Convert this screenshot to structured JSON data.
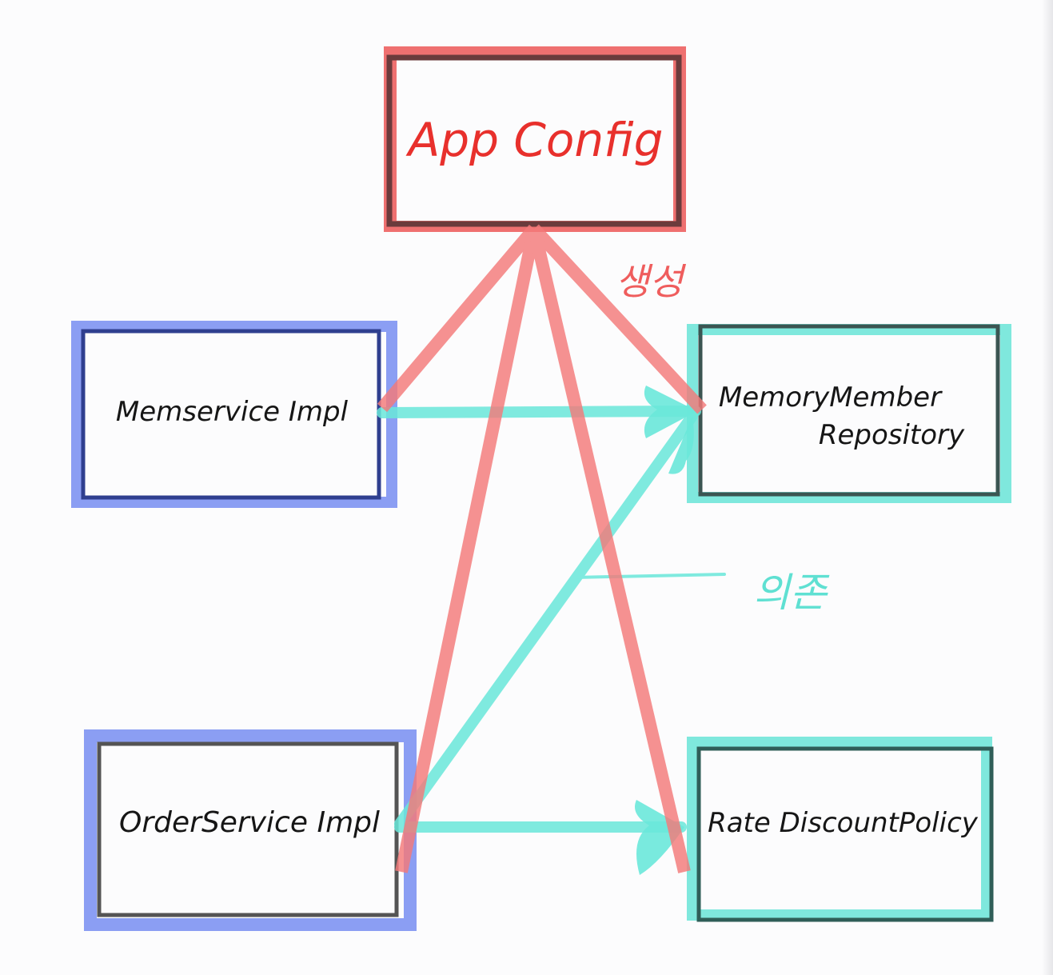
{
  "diagram": {
    "nodes": {
      "app_config": {
        "label": "App Config",
        "text_color": "#e8302c",
        "frame_color": "#ef7070",
        "border_color": "#6b3b3c"
      },
      "mem_service": {
        "label": "Memservice Impl",
        "text_color": "#161616",
        "frame_color": "#8b9ef3",
        "border_color": "#2f3f8f"
      },
      "order_service": {
        "label": "OrderService Impl",
        "text_color": "#161616",
        "frame_color": "#8b9ef3",
        "border_color": "#545454"
      },
      "memory_repo": {
        "label_line1": "MemoryMember",
        "label_line2": "Repository",
        "text_color": "#161616",
        "frame_color": "#7fe8dd",
        "border_color": "#3b5552"
      },
      "rate_policy": {
        "label": "Rate DiscountPolicy",
        "text_color": "#161616",
        "frame_color": "#7fe8dd",
        "border_color": "#2f5e58"
      }
    },
    "annotations": {
      "create": {
        "text": "생성",
        "color": "#ef5d5d"
      },
      "depend": {
        "text": "의존",
        "color": "#5fe0d2"
      }
    },
    "edge_colors": {
      "create": "#f47a7a",
      "depend": "#6ae8da"
    },
    "edges": [
      {
        "type": "create",
        "from": "app_config",
        "to": "mem_service"
      },
      {
        "type": "create",
        "from": "app_config",
        "to": "memory_repo"
      },
      {
        "type": "create",
        "from": "app_config",
        "to": "order_service"
      },
      {
        "type": "create",
        "from": "app_config",
        "to": "rate_policy"
      },
      {
        "type": "depend",
        "from": "mem_service",
        "to": "memory_repo"
      },
      {
        "type": "depend",
        "from": "order_service",
        "to": "memory_repo"
      },
      {
        "type": "depend",
        "from": "order_service",
        "to": "rate_policy"
      }
    ]
  }
}
